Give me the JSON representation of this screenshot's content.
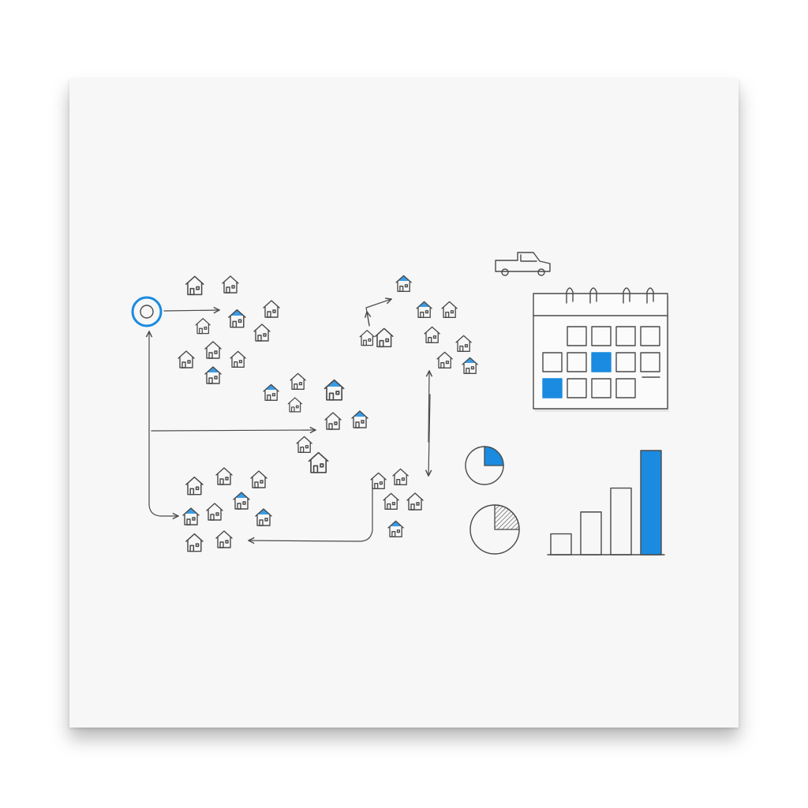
{
  "colors": {
    "accent": "#1a8be0",
    "ink": "#4a4a4a",
    "paper": "#f7f7f7"
  },
  "icons": [
    "start-circle-icon",
    "house-icon",
    "delivery-truck-icon",
    "calendar-icon",
    "pie-chart-icon",
    "bar-chart-icon",
    "arrow-icon"
  ],
  "calendar": {
    "rows": [
      [
        0,
        1,
        1,
        1,
        1
      ],
      [
        1,
        1,
        2,
        1,
        1
      ],
      [
        2,
        1,
        1,
        1,
        0
      ]
    ]
  },
  "pie_charts": [
    {
      "highlighted_fraction": 0.25,
      "style": "blue"
    },
    {
      "highlighted_fraction": 0.25,
      "style": "hatched"
    }
  ],
  "bar_chart": {
    "values": [
      20,
      41,
      64,
      100
    ],
    "highlighted_index": 3
  }
}
